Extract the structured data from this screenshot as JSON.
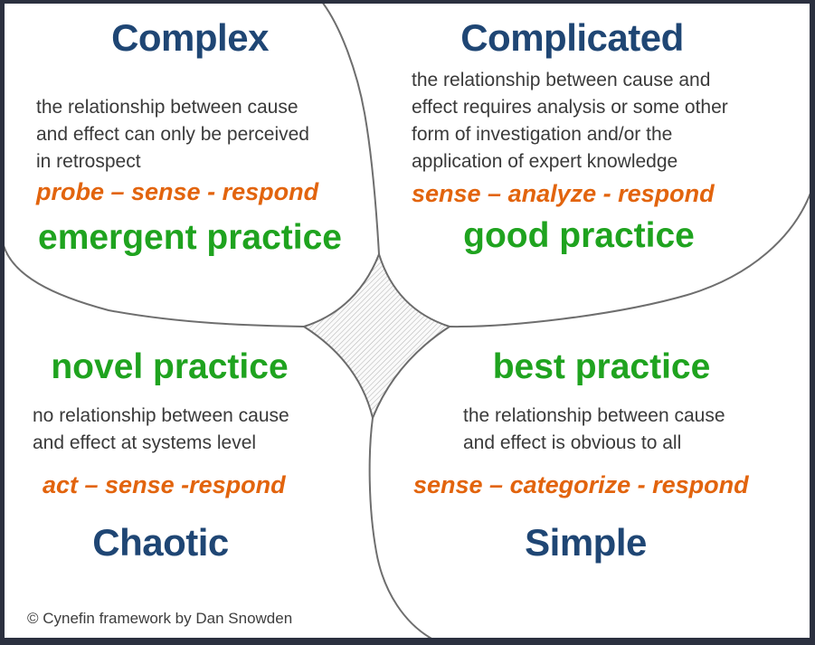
{
  "colors": {
    "frame": "#2b303f",
    "title": "#1f4674",
    "green": "#1fa31f",
    "orange": "#e2640d",
    "body": "#3a3a3a",
    "curve": "#6e6e6e",
    "hatch_line": "#b5b5b5",
    "hatch_bg": "#fafafa"
  },
  "quadrants": {
    "complex": {
      "title": "Complex",
      "description_lines": [
        "the relationship between cause",
        "and effect can only be perceived",
        "in retrospect"
      ],
      "approach": "probe – sense - respond",
      "practice": "emergent practice"
    },
    "complicated": {
      "title": "Complicated",
      "description_lines": [
        "the relationship between cause and",
        "effect requires analysis or some other",
        "form of investigation and/or the",
        "application of expert knowledge"
      ],
      "approach": "sense – analyze - respond",
      "practice": "good practice"
    },
    "chaotic": {
      "title": "Chaotic",
      "description_lines": [
        "no relationship between cause",
        "and effect at systems level"
      ],
      "approach": "act – sense -respond",
      "practice": "novel practice"
    },
    "simple": {
      "title": "Simple",
      "description_lines": [
        "the relationship between cause",
        "and effect is obvious to all"
      ],
      "approach": "sense – categorize - respond",
      "practice": "best practice"
    }
  },
  "center": {
    "icon": "disorder-hatched-star-icon"
  },
  "footer": {
    "credit": "© Cynefin framework by Dan Snowden"
  }
}
